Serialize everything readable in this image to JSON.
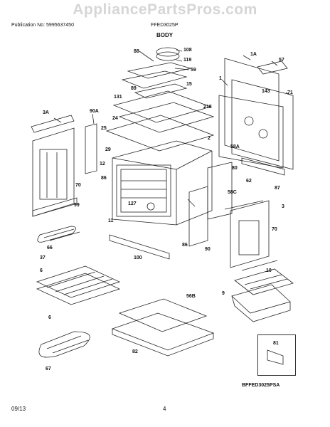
{
  "watermark": "AppliancePartsPros.com",
  "header": {
    "publication": "Publication No: 5995637450",
    "model": "FFED3025P",
    "section_title": "BODY"
  },
  "footer": {
    "date": "09/13",
    "page_number": "4",
    "diagram_code": "BFFED3025PSA"
  },
  "part_labels": [
    "88",
    "108",
    "119",
    "59",
    "89",
    "15",
    "131",
    "218",
    "24",
    "25",
    "29",
    "12",
    "86",
    "1A",
    "57",
    "1",
    "143",
    "71",
    "2",
    "58A",
    "80",
    "62",
    "87",
    "58C",
    "3",
    "70",
    "90",
    "86",
    "11",
    "127",
    "100",
    "3A",
    "90A",
    "70",
    "99",
    "66",
    "37",
    "6",
    "6",
    "56B",
    "10",
    "9",
    "82",
    "67",
    "81"
  ]
}
